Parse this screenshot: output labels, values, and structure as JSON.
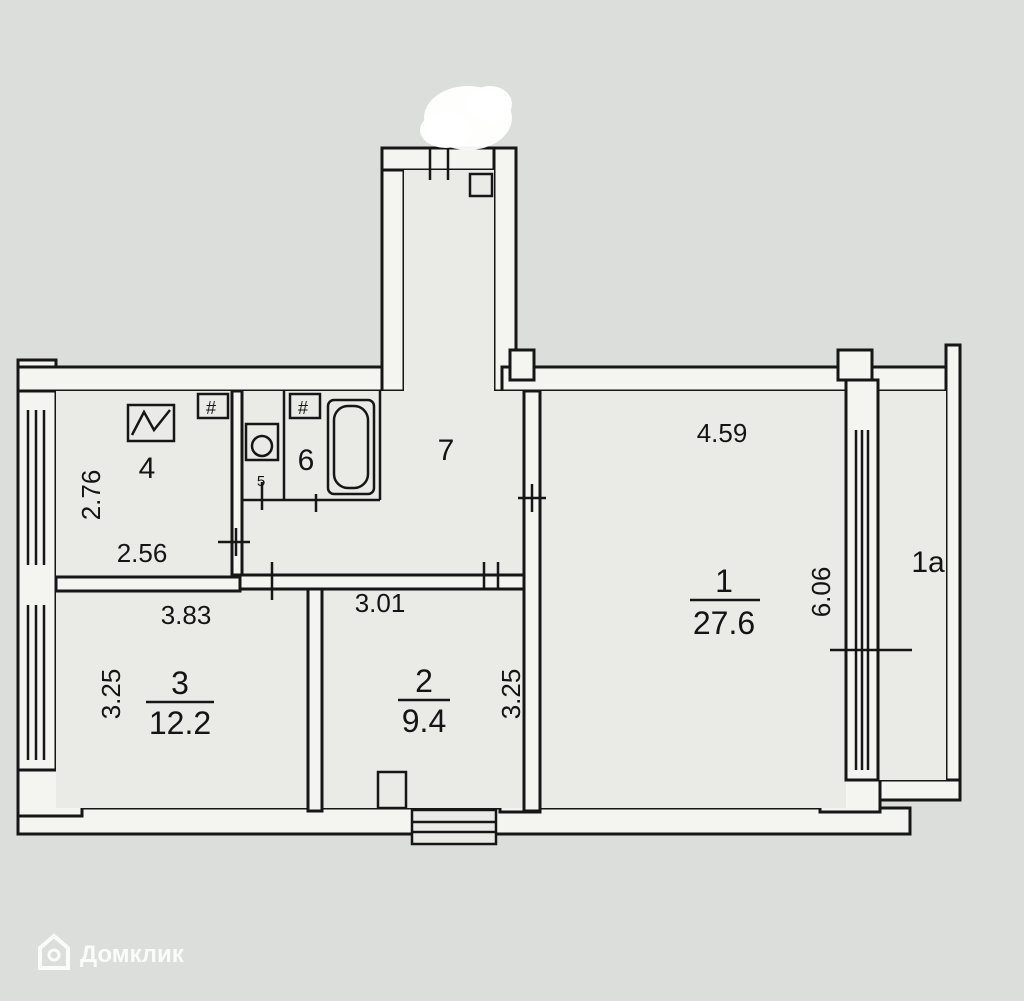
{
  "watermark": {
    "text": "Домклик",
    "icon": "domclick-logo-icon"
  },
  "colors": {
    "paper": "#dcdedb",
    "ink": "#161616",
    "wall": "#f4f4f1"
  },
  "rooms": {
    "r1": {
      "number": "1",
      "area": "27.6",
      "dim_top": "4.59",
      "dim_side": "6.06"
    },
    "r1a": {
      "number": "1a"
    },
    "r2": {
      "number": "2",
      "area": "9.4",
      "dim_top": "3.01",
      "dim_side": "3.25"
    },
    "r3": {
      "number": "3",
      "area": "12.2",
      "dim_top": "3.83",
      "dim_side": "3.25"
    },
    "r4": {
      "number": "4",
      "dim_top": "2.76",
      "dim_bottom": "2.56"
    },
    "r5": {
      "number": "5"
    },
    "r6": {
      "number": "6"
    },
    "r7": {
      "number": "7"
    }
  }
}
